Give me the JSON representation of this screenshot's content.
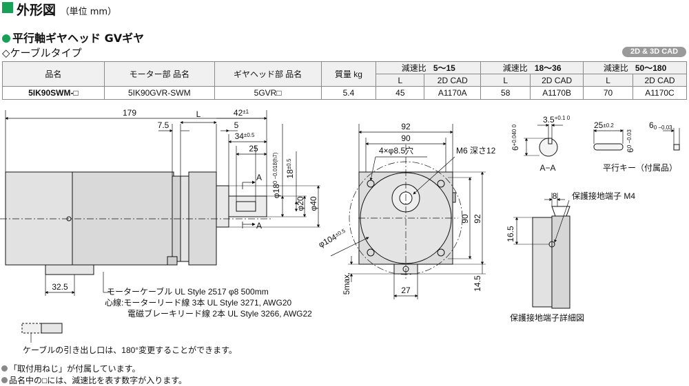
{
  "header": {
    "title": "外形図",
    "unit": "（単位 mm）",
    "product_line": "平行軸ギヤヘッド GVギヤ",
    "cable_type": "◇ケーブルタイプ",
    "cad_badge": "2D & 3D CAD"
  },
  "table": {
    "col_product": "品名",
    "col_motor": "モーター部 品名",
    "col_gearhead": "ギヤヘッド部 品名",
    "col_mass": "質量 kg",
    "ratio_label": "減速比",
    "ratio_groups": [
      "5～15",
      "18～36",
      "50～180"
    ],
    "sub_L": "L",
    "sub_cad": "2D CAD",
    "row": {
      "product": "5IK90SWM-□",
      "motor": "5IK90GVR-SWM",
      "gearhead": "5GVR□",
      "mass": "5.4",
      "L1": "45",
      "cad1": "A1170A",
      "L2": "58",
      "cad2": "A1170B",
      "L3": "70",
      "cad3": "A1170C"
    }
  },
  "drawing": {
    "d179": "179",
    "dL": "L",
    "d42": "42",
    "d42tol": "±1",
    "d7_5": "7.5",
    "d5": "5",
    "d34": "34",
    "d34tol": "±0.5",
    "d25": "25",
    "d18h7": "φ18",
    "d18h7tol": "0 −0.018(h7)",
    "d18": "18",
    "d18tol": "±0.5",
    "d20": "φ20",
    "d40": "φ40",
    "secA": "A",
    "d32_5": "32.5",
    "cable_line1": "モーターケーブル UL Style 2517 φ8  500mm",
    "cable_line2": "心線:モーターリード線 3本 UL Style 3271, AWG20",
    "cable_line3": "電磁ブレーキリード線 2本 UL Style 3266, AWG22",
    "cable_note": "ケーブルの引き出し口は、180°変更することができます。",
    "f92": "92",
    "f90": "90",
    "hole": "4×φ8.5穴",
    "tap": "M6 深さ12",
    "pcd": "φ104",
    "pcdtol": "±0.5",
    "f90v": "90",
    "f92v": "92",
    "f5max": "5max.",
    "f27": "27",
    "f14_5": "14.5",
    "aa_label": "A−A",
    "aa_3_5": "3.5",
    "aa_3_5tol": "+0.1 0",
    "aa_6": "6",
    "aa_6tol": "+0.040 0",
    "key_25": "25",
    "key_25tol": "±0.2",
    "key_6": "6",
    "key_6tol": "0 −0.03",
    "key_6b": "6",
    "key_6btol": "0 −0.03",
    "key_label": "平行キー（付属品）",
    "gt_8": "8",
    "gt_16_5": "16.5",
    "gt_terminal": "保護接地端子 M4",
    "gt_label": "保護接地端子詳細図"
  },
  "notes": {
    "n1": "「取付用ねじ」が付属しています。",
    "n2": "品名中の□には、減速比を表す数字が入ります。"
  }
}
